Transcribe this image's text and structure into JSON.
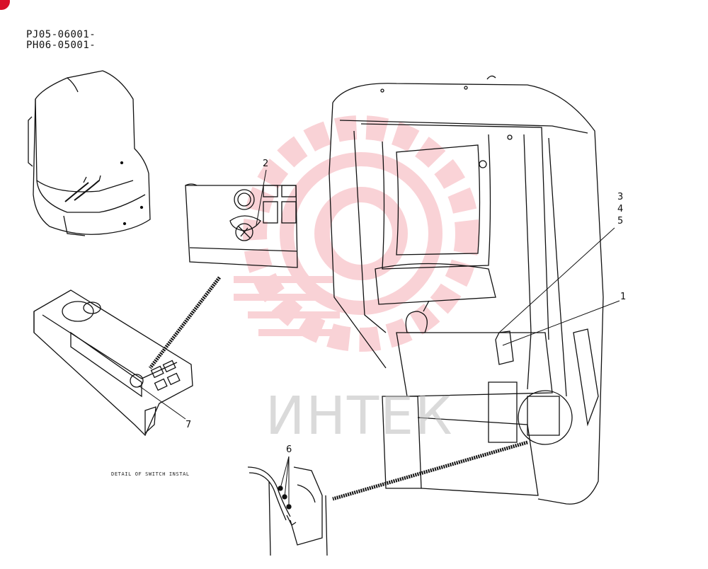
{
  "serials": [
    "PJ05-06001-",
    "PH06-05001-"
  ],
  "callouts": {
    "c1": "1",
    "c2": "2",
    "c3": "3",
    "c4": "4",
    "c5": "5",
    "c6": "6",
    "c7": "7"
  },
  "detail_caption": "DETAIL OF SWITCH INSTAL",
  "watermark_text": "ИНТЕК",
  "colors": {
    "line": "#111111",
    "watermark": "#e8354a",
    "brand": "#d8102a"
  }
}
